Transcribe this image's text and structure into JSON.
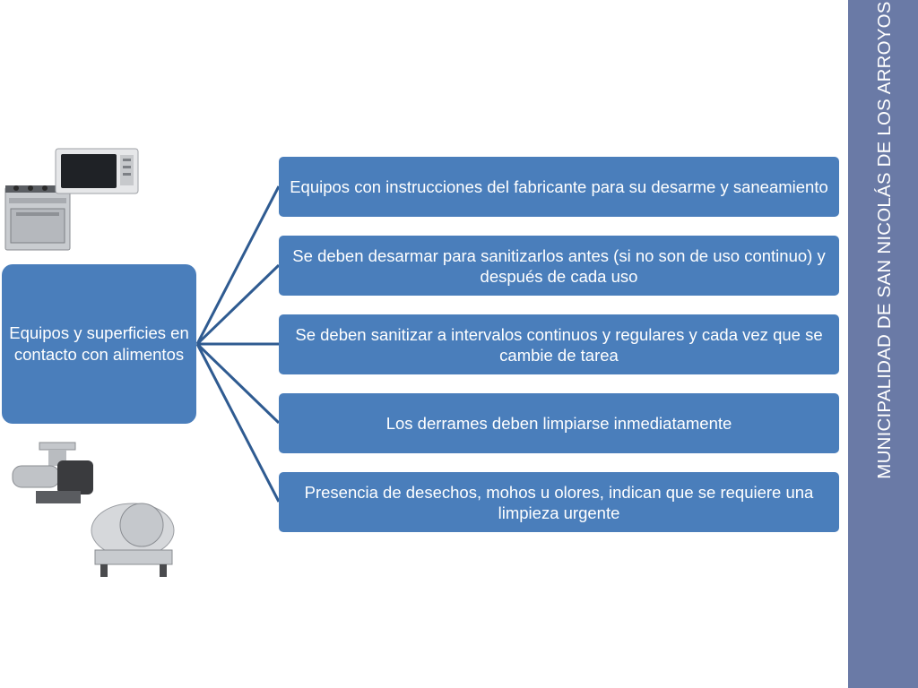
{
  "sidebar": {
    "title": "MUNICIPALIDAD DE SAN NICOLÁS DE LOS ARROYOS"
  },
  "diagram": {
    "root": "Equipos y superficies en contacto con alimentos",
    "items": [
      "Equipos con instrucciones del fabricante para su desarme y saneamiento",
      "Se deben desarmar para sanitizarlos antes (si no son de uso continuo) y después de cada uso",
      "Se deben sanitizar a intervalos continuos y regulares y cada vez que se cambie de tarea",
      "Los derrames deben limpiarse inmediatamente",
      "Presencia de desechos, mohos u olores, indican que se requiere una limpieza urgente"
    ]
  },
  "colors": {
    "box_fill": "#4a7ebb",
    "connector": "#2f5b91",
    "sidebar": "#6a7aa6"
  },
  "images": [
    "microwave-oven-picture",
    "gas-stove-picture",
    "meat-grinder-picture",
    "meat-slicer-picture"
  ]
}
